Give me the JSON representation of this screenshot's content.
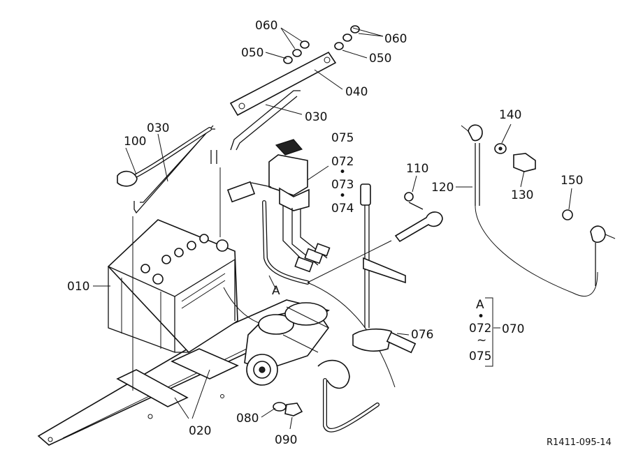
{
  "labels": {
    "p010": "010",
    "p020": "020",
    "p030a": "030",
    "p030b": "030",
    "p040": "040",
    "p050a": "050",
    "p050b": "050",
    "p060a": "060",
    "p060b": "060",
    "p070": "070",
    "p072": "072",
    "p073": "073",
    "p074": "074",
    "p075": "075",
    "p076": "076",
    "p080": "080",
    "p090": "090",
    "p100": "100",
    "p110": "110",
    "p120": "120",
    "p130": "130",
    "p140": "140",
    "p150": "150",
    "callout_a": "A",
    "group_a": "A",
    "group_072": "072",
    "group_075": "075",
    "group_tilde": "~",
    "group_070": "070",
    "sep_dot": "•"
  },
  "reference": "R1411-095-14"
}
